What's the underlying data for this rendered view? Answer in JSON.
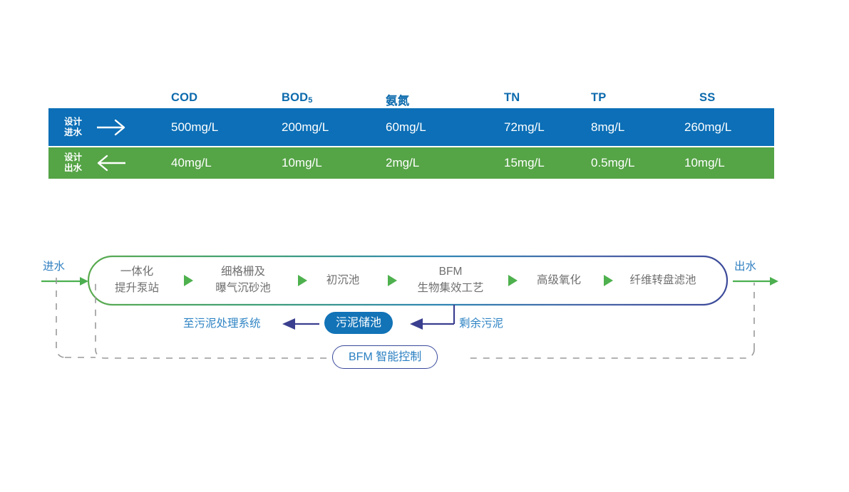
{
  "table": {
    "headers": [
      "COD",
      "BOD₅",
      "氨氮",
      "TN",
      "TP",
      "SS"
    ],
    "header_plain": [
      "COD",
      "BOD5",
      "氨氮",
      "TN",
      "TP",
      "SS"
    ],
    "rows": [
      {
        "label_line1": "设计",
        "label_line2": "进水",
        "icon": "arrow-right-icon",
        "color": "#0c6fb7",
        "values": [
          "500mg/L",
          "200mg/L",
          "60mg/L",
          "72mg/L",
          "8mg/L",
          "260mg/L"
        ]
      },
      {
        "label_line1": "设计",
        "label_line2": "出水",
        "icon": "arrow-left-icon",
        "color": "#55a446",
        "values": [
          "40mg/L",
          "10mg/L",
          "2mg/L",
          "15mg/L",
          "0.5mg/L",
          "10mg/L"
        ]
      }
    ]
  },
  "flow": {
    "inlet_label": "进水",
    "outlet_label": "出水",
    "steps": [
      {
        "line1": "一体化",
        "line2": "提升泵站"
      },
      {
        "line1": "细格栅及",
        "line2": "曝气沉砂池"
      },
      {
        "line1": "初沉池",
        "line2": ""
      },
      {
        "line1": "BFM",
        "line2": "生物集效工艺"
      },
      {
        "line1": "高级氧化",
        "line2": ""
      },
      {
        "line1": "纤维转盘滤池",
        "line2": ""
      }
    ],
    "sludge_pill": "污泥储池",
    "sludge_to_system": "至污泥处理系统",
    "excess_sludge": "剩余污泥",
    "control_pill": "BFM 智能控制"
  },
  "colors": {
    "blue": "#0c6fb7",
    "green": "#55a446",
    "header_blue": "#0b6aad",
    "triangle_green": "#4eb14e",
    "navy": "#39499b",
    "gray_text": "#6f6f6f",
    "dashed_gray": "#9a9a9a"
  }
}
